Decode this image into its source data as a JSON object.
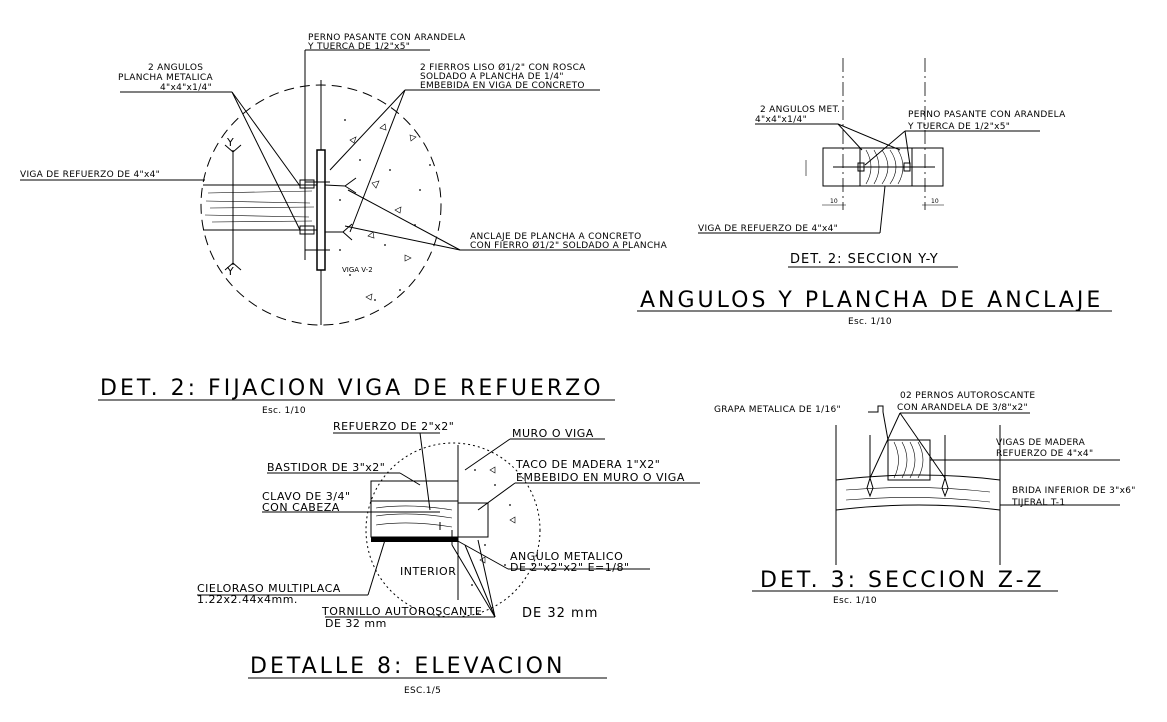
{
  "det2_fijacion": {
    "title": "DET. 2: FIJACION VIGA DE REFUERZO",
    "scale": "Esc. 1/10",
    "label_perno_1": "PERNO PASANTE CON ARANDELA",
    "label_perno_2": "Y TUERCA DE 1/2\"x5\"",
    "label_angulos_1": "2 ANGULOS",
    "label_angulos_2": "PLANCHA METALICA",
    "label_angulos_3": "4\"x4\"x1/4\"",
    "label_fierros_1": "2 FIERROS LISO Ø1/2\" CON ROSCA",
    "label_fierros_2": "SOLDADO A PLANCHA DE 1/4\"",
    "label_fierros_3": "EMBEBIDA EN VIGA DE CONCRETO",
    "label_viga_refuerzo": "VIGA DE REFUERZO DE 4\"x4\"",
    "label_anclaje_1": "ANCLAJE DE PLANCHA A CONCRETO",
    "label_anclaje_2": "CON FIERRO Ø1/2\" SOLDADO A PLANCHA",
    "label_viga_v2": "VIGA V-2",
    "section_mark": "Y"
  },
  "det2_seccion": {
    "title": "DET. 2: SECCION Y-Y",
    "label_angulos_1": "2 ANGULOS MET.",
    "label_angulos_2": "4\"x4\"x1/4\"",
    "label_perno_1": "PERNO PASANTE CON ARANDELA",
    "label_perno_2": "Y TUERCA DE 1/2\"x5\"",
    "label_viga": "VIGA DE REFUERZO DE 4\"x4\"",
    "dim_left": "10",
    "dim_right": "10"
  },
  "angulos": {
    "title": "ANGULOS Y PLANCHA DE ANCLAJE",
    "scale": "Esc. 1/10"
  },
  "det3": {
    "title": "DET. 3: SECCION Z-Z",
    "scale": "Esc. 1/10",
    "label_grapa": "GRAPA METALICA DE 1/16\"",
    "label_pernos_1": "02 PERNOS AUTOROSCANTE",
    "label_pernos_2": "CON ARANDELA DE 3/8\"x2\"",
    "label_vigas_1": "VIGAS DE MADERA",
    "label_vigas_2": "REFUERZO DE 4\"x4\"",
    "label_brida_1": "BRIDA INFERIOR DE 3\"x6\"",
    "label_brida_2": "TIJERAL T-1"
  },
  "det8": {
    "title": "DETALLE 8: ELEVACION",
    "scale": "ESC.1/5",
    "label_refuerzo": "REFUERZO DE 2\"x2\"",
    "label_muro": "MURO O VIGA",
    "label_bastidor": "BASTIDOR DE 3\"x2\"",
    "label_taco_1": "TACO DE MADERA 1\"X2\"",
    "label_taco_2": "EMBEBIDO EN MURO O VIGA",
    "label_clavo_1": "CLAVO DE 3/4\"",
    "label_clavo_2": "CON CABEZA",
    "label_angulo_1": "ANGULO METALICO",
    "label_angulo_2": "DE 2\"x2\"x2\" E=1/8\"",
    "label_interior": "INTERIOR",
    "label_cieloraso_1": "CIELORASO MULTIPLACA",
    "label_cieloraso_2": "1.22x2.44x4mm.",
    "label_tornillo_1": "TORNILLO AUTOROSCANTE",
    "label_tornillo_2": "DE 32 mm",
    "label_de32": "DE 32 mm"
  }
}
